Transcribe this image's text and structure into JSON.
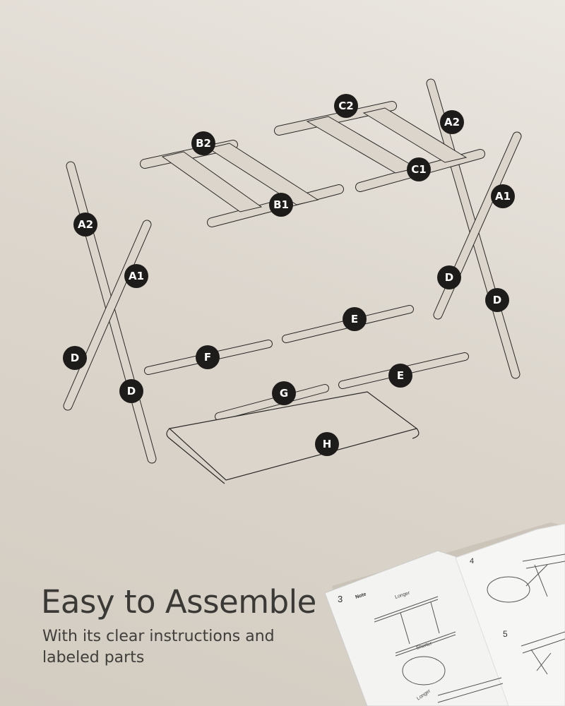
{
  "headline": "Easy to Assemble",
  "subtitle": "With its clear instructions and labeled parts",
  "colors": {
    "background": "#dcd6cd",
    "text": "#3a3936",
    "label_fill": "#1e1c1a",
    "line": "#2a2826"
  },
  "part_labels": [
    "C2",
    "A2",
    "B2",
    "C1",
    "B1",
    "A1",
    "A2",
    "A1",
    "D",
    "D",
    "E",
    "F",
    "D",
    "D",
    "G",
    "E",
    "H"
  ],
  "manual": {
    "left_page": {
      "step": "3",
      "note_label": "Note",
      "longer_label": "Longer",
      "shorter_label": "Shorter",
      "longer_label_2": "Longer"
    },
    "right_page": {
      "step_a": "4",
      "step_b": "5"
    }
  }
}
